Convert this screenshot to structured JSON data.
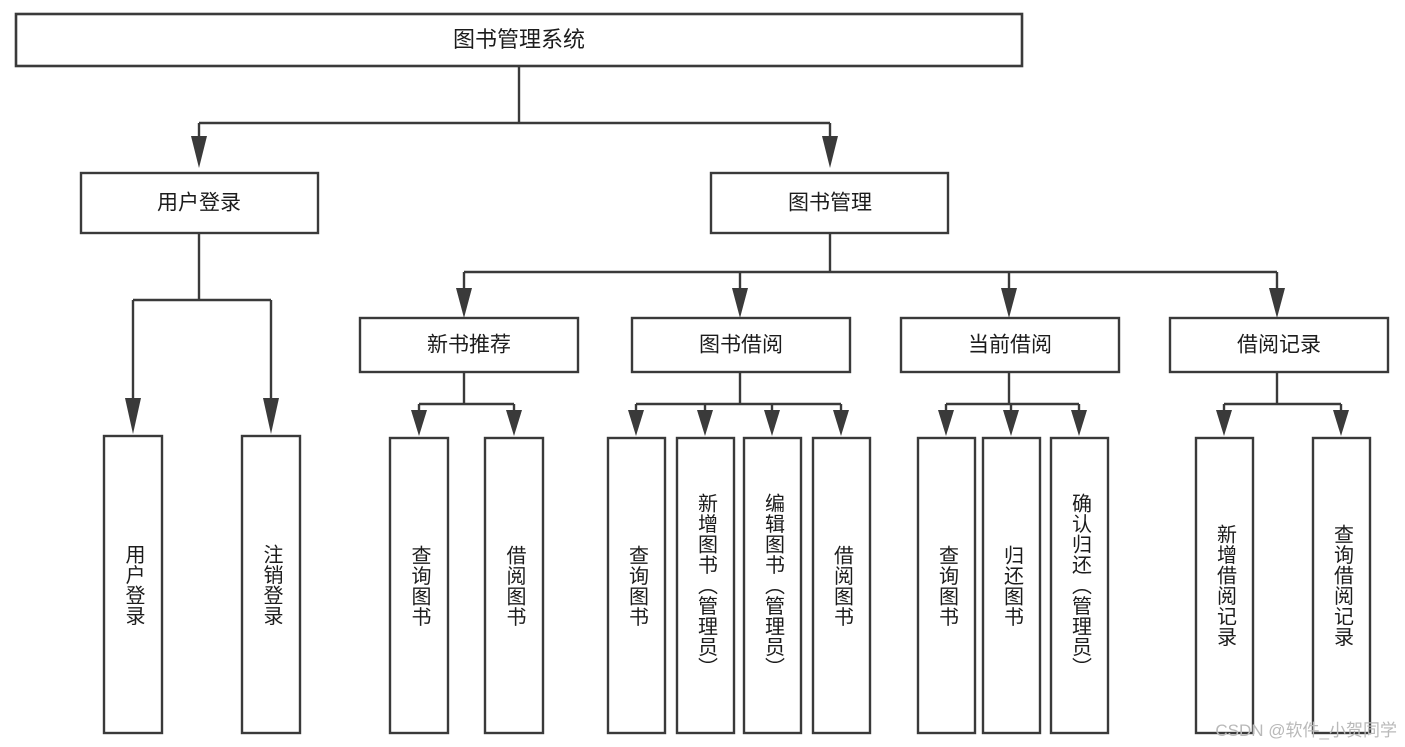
{
  "diagram": {
    "type": "tree",
    "title": "图书管理系统",
    "watermark": "CSDN @软件_小贺同学",
    "colors": {
      "stroke": "#3a3a3a",
      "fill": "#ffffff",
      "text": "#1c1c1c",
      "watermark": "#b9b9b9",
      "background": "#ffffff"
    },
    "root": {
      "label": "图书管理系统"
    },
    "level2": [
      {
        "label": "用户登录"
      },
      {
        "label": "图书管理"
      }
    ],
    "level3": [
      {
        "label": "新书推荐"
      },
      {
        "label": "图书借阅"
      },
      {
        "label": "当前借阅"
      },
      {
        "label": "借阅记录"
      }
    ],
    "leaves": {
      "user_login": [
        {
          "label": "用户登录"
        },
        {
          "label": "注销登录"
        }
      ],
      "new_book_recommend": [
        {
          "label": "查询图书"
        },
        {
          "label": "借阅图书"
        }
      ],
      "book_borrow": [
        {
          "label": "查询图书"
        },
        {
          "label": "新增图书（管理员）"
        },
        {
          "label": "编辑图书（管理员）"
        },
        {
          "label": "借阅图书"
        }
      ],
      "current_borrow": [
        {
          "label": "查询图书"
        },
        {
          "label": "归还图书"
        },
        {
          "label": "确认归还（管理员）"
        }
      ],
      "borrow_record": [
        {
          "label": "新增借阅记录"
        },
        {
          "label": "查询借阅记录"
        }
      ]
    }
  }
}
